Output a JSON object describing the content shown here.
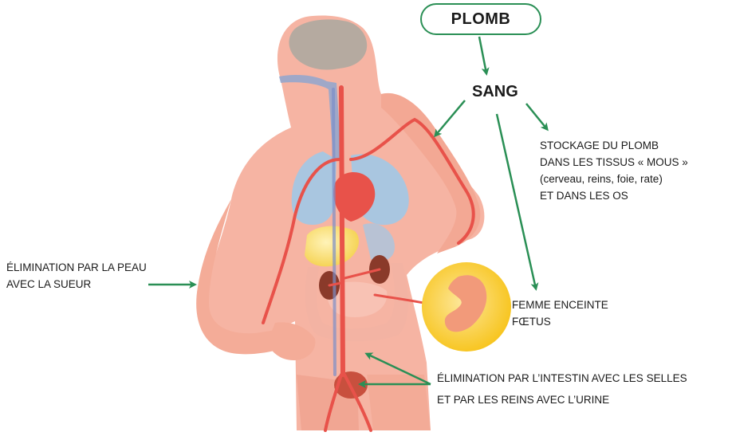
{
  "source_label": "PLOMB",
  "blood_label": "SANG",
  "storage": {
    "line1": "STOCKAGE DU PLOMB",
    "line2": "DANS LES TISSUS « MOUS »",
    "line3": "(cerveau, reins, foie, rate)",
    "line4": "ET DANS LES OS"
  },
  "skin": {
    "line1": "ÉLIMINATION PAR LA PEAU",
    "line2": "AVEC LA SUEUR"
  },
  "pregnancy": {
    "line1": "FEMME ENCEINTE",
    "line2": "FŒTUS"
  },
  "elimination": {
    "line1": "ÉLIMINATION PAR L’INTESTIN AVEC LES SELLES",
    "line2": "ET PAR LES REINS AVEC L’URINE"
  },
  "colors": {
    "arrow": "#2a8f55",
    "skin": "#f6b4a3",
    "vessel": "#e8524a",
    "lung": "#a9c6e0",
    "brain": "#b5aaa0",
    "liver": "#f9dd6a",
    "fetus_circle": "#fbd23a"
  }
}
